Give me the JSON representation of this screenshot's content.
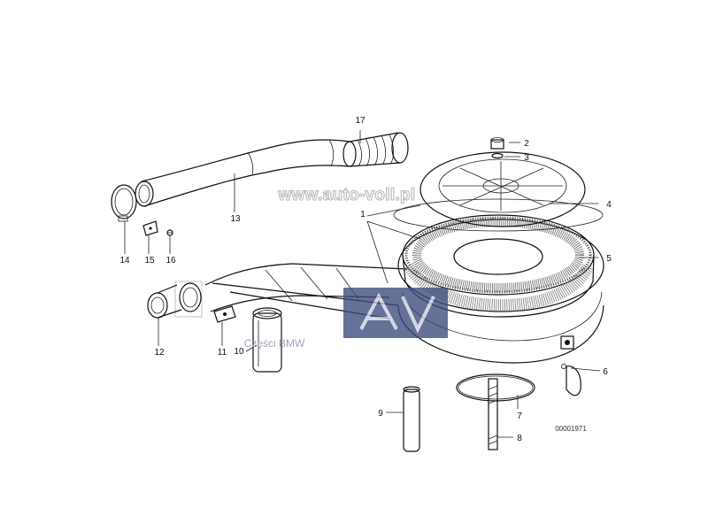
{
  "watermark": {
    "url": "www.auto-voll.pl",
    "subtitle": "Części BMW",
    "logo_text": "AV",
    "logo_color": "#3a4a7a"
  },
  "part_code": "00001971",
  "callouts": [
    {
      "id": "c1",
      "label": "1"
    },
    {
      "id": "c2",
      "label": "2"
    },
    {
      "id": "c3",
      "label": "3"
    },
    {
      "id": "c4",
      "label": "4"
    },
    {
      "id": "c5",
      "label": "5"
    },
    {
      "id": "c6",
      "label": "6"
    },
    {
      "id": "c7",
      "label": "7"
    },
    {
      "id": "c8",
      "label": "8"
    },
    {
      "id": "c9",
      "label": "9"
    },
    {
      "id": "c10",
      "label": "10"
    },
    {
      "id": "c11",
      "label": "11"
    },
    {
      "id": "c12",
      "label": "12"
    },
    {
      "id": "c13",
      "label": "13"
    },
    {
      "id": "c14",
      "label": "14"
    },
    {
      "id": "c15",
      "label": "15"
    },
    {
      "id": "c16",
      "label": "16"
    },
    {
      "id": "c17",
      "label": "17"
    }
  ]
}
